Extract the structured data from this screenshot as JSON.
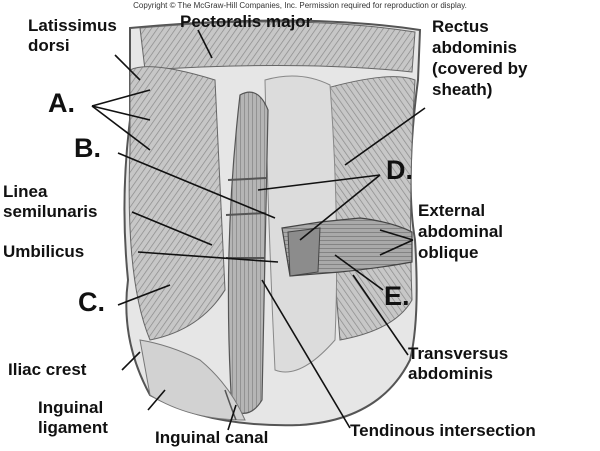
{
  "copyright": "Copyright © The McGraw-Hill Companies, Inc. Permission required for reproduction or display.",
  "labels": {
    "latissimus": [
      "Latissimus",
      "dorsi"
    ],
    "pectoralis": "Pectoralis major",
    "rectus": [
      "Rectus",
      "abdominis",
      "(covered by",
      "sheath)"
    ],
    "linea": [
      "Linea",
      "semilunaris"
    ],
    "umbilicus": "Umbilicus",
    "iliac": "Iliac crest",
    "inguinal_ligament": [
      "Inguinal",
      "ligament"
    ],
    "inguinal_canal": "Inguinal canal",
    "tendinous": "Tendinous intersection",
    "transversus": [
      "Transversus",
      "abdominis"
    ],
    "external": [
      "External",
      "abdominal",
      "oblique"
    ]
  },
  "letters": {
    "a": "A.",
    "b": "B.",
    "c": "C.",
    "d": "D.",
    "e": "E."
  },
  "colors": {
    "text": "#111111",
    "muscle_light": "#d9d9d9",
    "muscle_mid": "#a8a8a8",
    "muscle_dark": "#6e6e6e"
  }
}
